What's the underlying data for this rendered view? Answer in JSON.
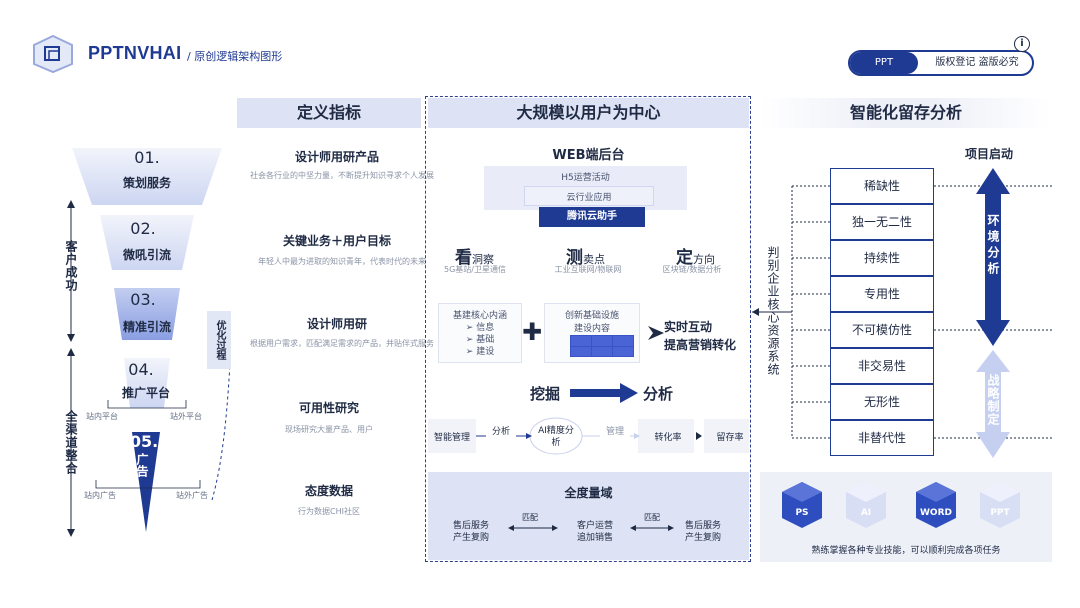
{
  "header": {
    "brand": "PPTNVHAI",
    "subtitle": "/ 原创逻辑架构图形",
    "pill_left": "PPT",
    "pill_right": "版权登记 盗版必究",
    "info_icon": "i"
  },
  "funnel": {
    "items": [
      {
        "num": "01.",
        "label": "策划服务"
      },
      {
        "num": "02.",
        "label": "微吼引流"
      },
      {
        "num": "03.",
        "label": "精准引流"
      },
      {
        "num": "04.",
        "label": "推广平台"
      },
      {
        "num": "05.",
        "label": "广告"
      }
    ],
    "side_top": "客户成功",
    "side_bottom": "全渠道整合",
    "sub_left_1": "站内平台",
    "sub_right_1": "站外平台",
    "sub_left_2": "站内广告",
    "sub_right_2": "站外广告",
    "optimize": "优化过程"
  },
  "define": {
    "header": "定义指标",
    "items": [
      {
        "title": "设计师用研产品",
        "desc": "社会各行业的中坚力量，不断提升知识寻求个人发展"
      },
      {
        "title": "关键业务＋用户目标",
        "desc": "年轻人中最为进取的知识青年，代表时代的未来"
      },
      {
        "title": "设计师用研",
        "desc": "根据用户需求，匹配满足需求的产品，并贴伴式服务"
      },
      {
        "title": "可用性研究",
        "desc": "现场研究大量产品、用户"
      },
      {
        "title": "态度数据",
        "desc": "行为数据CHI社区"
      }
    ]
  },
  "center": {
    "header": "大规模以用户为中心",
    "web_title": "WEB端后台",
    "stack": [
      "H5运营活动",
      "云行业应用",
      "腾讯云助手"
    ],
    "trio": [
      {
        "big": "看",
        "rest": "洞察",
        "sub": "5G基站/卫星通信"
      },
      {
        "big": "测",
        "rest": "卖点",
        "sub": "工业互联网/物联网"
      },
      {
        "big": "定",
        "rest": "方向",
        "sub": "区块链/数据分析"
      }
    ],
    "base_title": "基建核心内涵",
    "base_items": [
      "信息",
      "基础",
      "建设"
    ],
    "new_title": "创新基础设施",
    "new_sub": "建设内容",
    "realtime_1": "实时互动",
    "realtime_2": "提高营销转化",
    "mine": "挖掘",
    "analyze": "分析",
    "flow": [
      "智能管理",
      "分析",
      "AI精度分析",
      "管理",
      "转化率",
      "留存率"
    ],
    "quant_title": "全度量域",
    "quant": [
      {
        "a": "售后服务",
        "b": "产生复购"
      },
      {
        "a": "客户运营",
        "b": "追加销售"
      },
      {
        "a": "售后服务",
        "b": "产生复购"
      }
    ],
    "match": "匹配"
  },
  "right": {
    "header": "智能化留存分析",
    "project": "项目启动",
    "vert": "判别企业核心资源系统",
    "tags": [
      "稀缺性",
      "独一无二性",
      "持续性",
      "专用性",
      "不可模仿性",
      "非交易性",
      "无形性",
      "非替代性"
    ],
    "arrow_top": "环境分析",
    "arrow_bottom": "战略制定",
    "skills": [
      "PS",
      "AI",
      "WORD",
      "PPT"
    ],
    "skills_caption": "熟练掌握各种专业技能，可以顺利完成各项任务",
    "colors": {
      "navy": "#1f3a93",
      "light": "#c5cff0"
    }
  }
}
